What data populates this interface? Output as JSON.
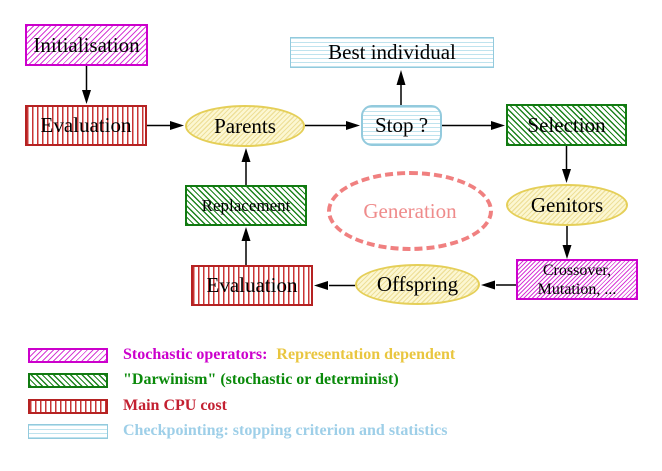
{
  "nodes": {
    "initialisation": {
      "label": "Initialisation"
    },
    "evaluation_top": {
      "label": "Evaluation"
    },
    "parents": {
      "label": "Parents"
    },
    "best_individual": {
      "label": "Best individual"
    },
    "stop": {
      "label": "Stop ?"
    },
    "selection": {
      "label": "Selection"
    },
    "genitors": {
      "label": "Genitors"
    },
    "crossover": {
      "label_line1": "Crossover,",
      "label_line2": "Mutation, ..."
    },
    "offspring": {
      "label": "Offspring"
    },
    "evaluation_bottom": {
      "label": "Evaluation"
    },
    "replacement": {
      "label": "Replacement"
    },
    "generation": {
      "label": "Generation"
    }
  },
  "legend": {
    "rows": [
      {
        "swatch": "magenta-diagonal-hatch",
        "label": "Stochastic operators:",
        "label2": "Representation dependent"
      },
      {
        "swatch": "green-diagonal-hatch",
        "label": "\"Darwinism\" (stochastic or determinist)"
      },
      {
        "swatch": "red-vertical-stripes",
        "label": "Main CPU cost"
      },
      {
        "swatch": "cyan-horizontal-stripes",
        "label": "Checkpointing: stopping criterion and statistics"
      }
    ]
  },
  "colors": {
    "magenta": "#cc00cc",
    "dark_red": "#b52222",
    "green": "#117a11",
    "cyan_border": "#93cadd",
    "yellow_border": "#e5cf58",
    "salmon": "#f08080",
    "gold_text": "#e9c63f",
    "green_text": "#0a8a0a",
    "red_text": "#c32031",
    "cyan_text": "#9ecfe8",
    "arrow": "#000000"
  }
}
